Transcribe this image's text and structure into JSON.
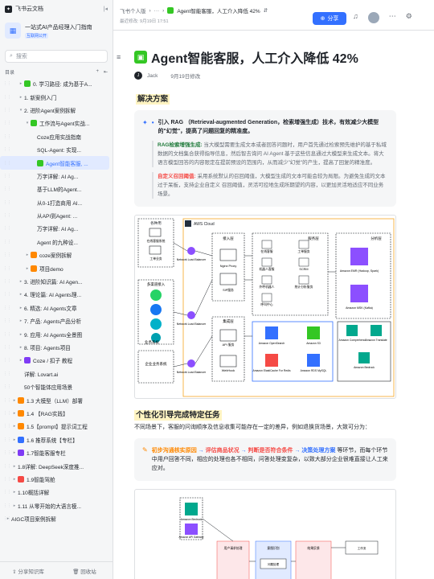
{
  "app": {
    "name": "飞书云文档"
  },
  "kb": {
    "title": "一站式AI产品经理入门指南",
    "tag": "互联网公开"
  },
  "search": {
    "placeholder": "搜索"
  },
  "dir": {
    "label": "目录"
  },
  "tree": [
    {
      "label": "0. 学习路径: 成为基于A...",
      "indent": 1,
      "arrow": "▸",
      "icon": "green"
    },
    {
      "label": "1. 新案例入门",
      "indent": 1,
      "arrow": "▸",
      "icon": "doc"
    },
    {
      "label": "2. 进阶Agent案例拆解",
      "indent": 1,
      "arrow": "▾",
      "icon": "doc"
    },
    {
      "label": "工作流与Agent实战...",
      "indent": 2,
      "arrow": "▾",
      "icon": "green"
    },
    {
      "label": "Coze应用实战指南",
      "indent": 3,
      "arrow": "",
      "icon": "doc"
    },
    {
      "label": "SQL-Agent: 实现...",
      "indent": 3,
      "arrow": "",
      "icon": "doc"
    },
    {
      "label": "Agent智能客服, ...",
      "indent": 3,
      "arrow": "",
      "icon": "green",
      "active": true
    },
    {
      "label": "万字详解: AI Ag...",
      "indent": 3,
      "arrow": "",
      "icon": "doc"
    },
    {
      "label": "基于LLM的Agent...",
      "indent": 3,
      "arrow": "",
      "icon": "doc"
    },
    {
      "label": "从0-1打造商用 AI...",
      "indent": 3,
      "arrow": "",
      "icon": "doc"
    },
    {
      "label": "从API到Agent: ...",
      "indent": 3,
      "arrow": "",
      "icon": "doc"
    },
    {
      "label": "万字详解: AI Ag...",
      "indent": 3,
      "arrow": "",
      "icon": "doc"
    },
    {
      "label": "Agent 的九种设...",
      "indent": 3,
      "arrow": "",
      "icon": "doc"
    },
    {
      "label": "coze案例拆解",
      "indent": 2,
      "arrow": "▸",
      "icon": "orange"
    },
    {
      "label": "项目demo",
      "indent": 2,
      "arrow": "▸",
      "icon": "orange"
    },
    {
      "label": "3. 进阶知识篇: AI Agen...",
      "indent": 1,
      "arrow": "▸",
      "icon": "doc"
    },
    {
      "label": "4. 理论篇: AI Agents理...",
      "indent": 1,
      "arrow": "▸",
      "icon": "doc"
    },
    {
      "label": "6. 精选: AI Agents文章",
      "indent": 1,
      "arrow": "▸",
      "icon": "doc"
    },
    {
      "label": "7. 产品: Agents产品分析",
      "indent": 1,
      "arrow": "▸",
      "icon": "doc"
    },
    {
      "label": "9. 应用: AI Agents全景图",
      "indent": 1,
      "arrow": "▸",
      "icon": "doc"
    },
    {
      "label": "8. 项目: Agents项目",
      "indent": 1,
      "arrow": "▸",
      "icon": "doc"
    },
    {
      "label": "Coze / 扣子 教程",
      "indent": 1,
      "arrow": "▸",
      "icon": "purple"
    },
    {
      "label": "详解: Lovart.ai",
      "indent": 1,
      "arrow": "",
      "icon": "doc"
    },
    {
      "label": "50个智能体应用场景",
      "indent": 1,
      "arrow": "",
      "icon": "doc"
    },
    {
      "label": "1.3 大模型（LLM）部署",
      "indent": 0,
      "arrow": "▸",
      "icon": "orange"
    },
    {
      "label": "1.4 【RAG实践】",
      "indent": 0,
      "arrow": "▸",
      "icon": "orange"
    },
    {
      "label": "1.5【prompt】提示词工程",
      "indent": 0,
      "arrow": "▸",
      "icon": "orange"
    },
    {
      "label": "1.6 推荐系统【专栏】",
      "indent": 0,
      "arrow": "▸",
      "icon": "blue"
    },
    {
      "label": "1.7智能客服专栏",
      "indent": 0,
      "arrow": "▸",
      "icon": "purple"
    },
    {
      "label": "1.8详解: DeepSeek深度推...",
      "indent": 0,
      "arrow": "▸",
      "icon": "doc"
    },
    {
      "label": "1.9智能驾舱",
      "indent": 0,
      "arrow": "▸",
      "icon": "red"
    },
    {
      "label": "1.10概括详解",
      "indent": 0,
      "arrow": "▸",
      "icon": "doc"
    },
    {
      "label": "1.11 从零开始的大语言模...",
      "indent": 0,
      "arrow": "▸",
      "icon": "doc"
    },
    {
      "label": "AIGC项目案例拆解",
      "indent": -1,
      "arrow": "▸",
      "icon": "doc"
    }
  ],
  "sidebar_bottom": {
    "left": "分享知识库",
    "right": "回收站"
  },
  "breadcrumb": {
    "root": "飞书个人版",
    "ellipsis": "···",
    "current": "Agent智能客服，人工介入降低 42%"
  },
  "modified": "最近修改: 9月19日 17:51",
  "share_label": "分享",
  "doc": {
    "title": "Agent智能客服，人工介入降低 42%",
    "author": "Jack",
    "date": "9月19日修改",
    "h2_1": "解决方案",
    "callout1_main": "引入 RAG （Retrieval-augmented Generation，检索增强生成）技术，有效减少大模型的\"幻觉\"，提高了问题回复的精准度。",
    "callout1_sub1_key": "RAG检索增强生成:",
    "callout1_sub1": "当大模型需要生成文本或者回答问题时，用户首先通过检索预先维护的基于私域数据的文档集合获得指导信息，然后智去询问 AI Agent 基于这些信息通过大模型来生成文本。将大语言模型回答的内容限定在提前预设的范围内，从而减少\"幻觉\"的产生，提高了回复的精准度。",
    "callout1_sub2_key": "自定义召回阈值:",
    "callout1_sub2": "采用系统默认的召回阈值，大模型生成的文本可能会较为局限。为避免生成的文本过于呆板，支持企业自定义 召回阈值，灵活可控地生成所期望的内容，以更加灵活地适应不同业务场景。",
    "h2_2": "个性化引导完成特定任务",
    "para2": "不同场景下，客服的问询顺序及信息收集可能存在一定的差异，例如退换货场景，大致可分为：",
    "flow1": "初步沟通核实原因",
    "flow2": "评估商品状况",
    "flow3": "判断是否符合条件",
    "flow4": "决策处理方案",
    "callout2_rest": "等环节，而每个环节中用户回答不同，相应的处理也各不相同，问答处理变复杂，以致大部分企业很难直接让人工来应对。"
  },
  "diagram": {
    "cloud": "AWS Cloud",
    "left_top_title": "各种用",
    "server_label": "在线客服系统",
    "work_label": "工单业务",
    "channel_title": "多渠道接入",
    "enterprise_title": "企业业务系统",
    "biz_title": "业务系统",
    "nlb": "Network Load Balancer",
    "access": "接入层",
    "nginx": "Nginx Proxy",
    "sip": "SIP服务",
    "service": "服务层",
    "svc": [
      "在线客服",
      "机器人客服",
      "外呼机器人",
      "呼叫中心",
      "工单服务",
      "SCRM",
      "统计分析服务"
    ],
    "analysis": "分析层",
    "emr": "Amazon EMR (Hadoop, Spark)",
    "msk": "Amazon MSK (Kafka)",
    "integration": "集成层",
    "api": "API 服务",
    "webhook": "WebHook",
    "data": [
      "Amazon OpenSearch",
      "Amazon S3",
      "Amazon ElastiCache For Redis",
      "Amazon RDS MySQL"
    ],
    "ai": [
      "Amazon Comprehend",
      "Amazon Translate",
      "Amazon Bedrock"
    ],
    "d2": [
      "Amazon Bedrock",
      "Amazon API Gateway",
      "用户请求处理",
      "意图识别",
      "结果反馈",
      "问题处理",
      "工作流"
    ]
  }
}
